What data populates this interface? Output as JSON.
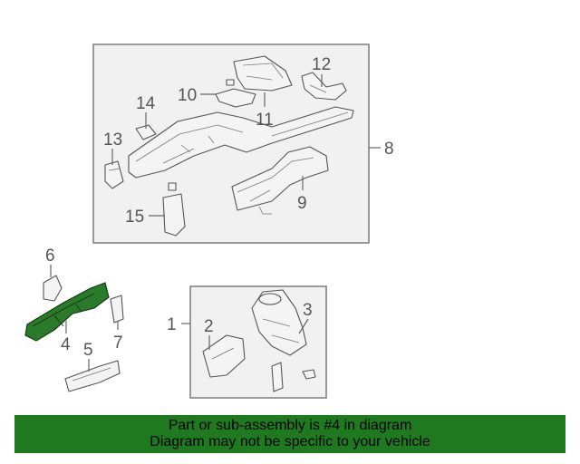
{
  "callouts": {
    "c1": "1",
    "c2": "2",
    "c3": "3",
    "c4": "4",
    "c5": "5",
    "c6": "6",
    "c7": "7",
    "c8": "8",
    "c9": "9",
    "c10": "10",
    "c11": "11",
    "c12": "12",
    "c13": "13",
    "c14": "14",
    "c15": "15"
  },
  "banner": {
    "line1": "Part or sub-assembly is #4 in diagram",
    "line2": "Diagram may not be specific to your vehicle"
  },
  "colors": {
    "highlight_part": "#2b7a2b",
    "banner_bg": "#1f7a1f"
  }
}
